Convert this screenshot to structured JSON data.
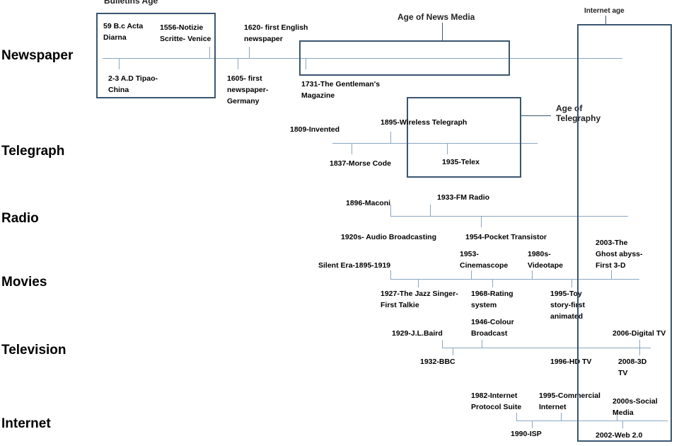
{
  "rows": {
    "newspaper": "Newspaper",
    "telegraph": "Telegraph",
    "radio": "Radio",
    "movies": "Movies",
    "television": "Television",
    "internet": "Internet"
  },
  "eras": {
    "bulletins": "Bulletins Age",
    "news_media": "Age of News Media",
    "telegraphy": "Age of\nTelegraphy",
    "internet": "Internet age"
  },
  "events": {
    "newspaper": {
      "acta_diurna": "59 B.c  Acta\nDiarna",
      "tipao": "2-3 A.D Tipao-\nChina",
      "notizie": "1556-Notizie\nScritte- Venice",
      "first_newspaper": "1605- first\nnewspaper-\nGermany",
      "first_english": "1620- first English\nnewspaper",
      "gentlemans": "1731-The Gentleman's\nMagazine"
    },
    "telegraph": {
      "invented": "1809-Invented",
      "morse": "1837-Morse Code",
      "wireless": "1895-Wireless Telegraph",
      "telex": "1935-Telex"
    },
    "radio": {
      "marconi": "1896-Maconi",
      "audio": "1920s- Audio Broadcasting",
      "fm": "1933-FM Radio",
      "transistor": "1954-Pocket Transistor"
    },
    "movies": {
      "silent": "Silent Era-1895-1919",
      "jazz": "1927-The Jazz  Singer-\nFirst Talkie",
      "cinemascope": "1953-\nCinemascope",
      "rating": "1968-Rating\nsystem",
      "videotape": "1980s-\nVideotape",
      "toy_story": "1995-Toy\nstory-first\nanimated",
      "ghost": "2003-The\nGhost abyss-\nFirst 3-D"
    },
    "television": {
      "baird": "1929-J.L.Baird",
      "bbc": "1932-BBC",
      "colour": "1946-Colour\nBroadcast",
      "hdtv": "1996-HD TV",
      "digital": "2006-Digital TV",
      "tv3d": "2008-3D\nTV"
    },
    "internet": {
      "protocol": "1982-Internet\nProtocol Suite",
      "isp": "1990-ISP",
      "commercial": "1995-Commercial\nInternet",
      "social": "2000s-Social\nMedia",
      "web2": "2002-Web 2.0"
    }
  }
}
